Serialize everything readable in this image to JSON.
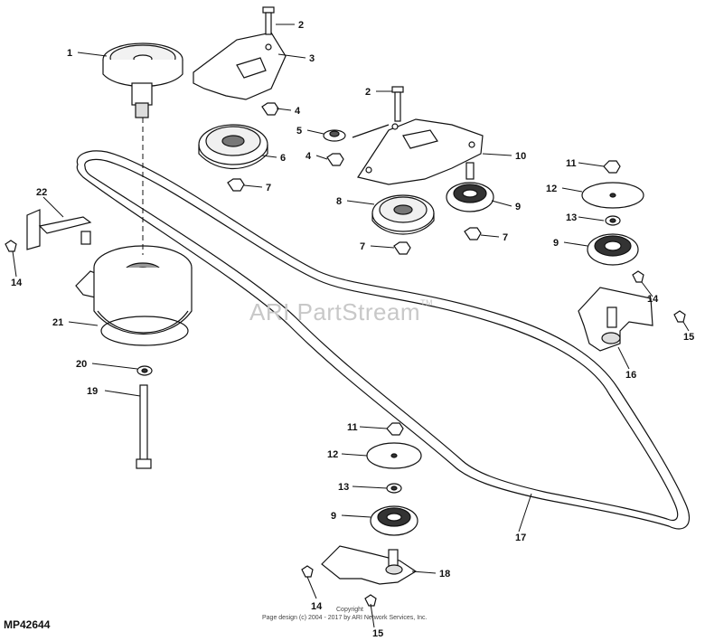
{
  "watermark": {
    "text": "ARI PartStream",
    "tm": "TM"
  },
  "copyright": {
    "line1": "Copyright",
    "line2": "Page design (c) 2004 - 2017 by ARI Network Services, Inc."
  },
  "diagram_id": "MP42644",
  "callouts": [
    {
      "id": "c1",
      "number": "1",
      "part": "drive-pulley"
    },
    {
      "id": "c2a",
      "number": "2",
      "part": "bolt"
    },
    {
      "id": "c3",
      "number": "3",
      "part": "pulley-bracket"
    },
    {
      "id": "c4a",
      "number": "4",
      "part": "nut"
    },
    {
      "id": "c6",
      "number": "6",
      "part": "flat-idler-pulley"
    },
    {
      "id": "c7a",
      "number": "7",
      "part": "flange-nut"
    },
    {
      "id": "c2b",
      "number": "2",
      "part": "bolt"
    },
    {
      "id": "c5",
      "number": "5",
      "part": "bushing"
    },
    {
      "id": "c4b",
      "number": "4",
      "part": "nut"
    },
    {
      "id": "c10",
      "number": "10",
      "part": "idler-arm"
    },
    {
      "id": "c8",
      "number": "8",
      "part": "flat-idler-pulley"
    },
    {
      "id": "c9a",
      "number": "9",
      "part": "v-idler-pulley"
    },
    {
      "id": "c7b",
      "number": "7",
      "part": "flange-nut"
    },
    {
      "id": "c7c",
      "number": "7",
      "part": "flange-nut"
    },
    {
      "id": "c11a",
      "number": "11",
      "part": "nut"
    },
    {
      "id": "c12a",
      "number": "12",
      "part": "belt-guide-washer"
    },
    {
      "id": "c13a",
      "number": "13",
      "part": "spacer"
    },
    {
      "id": "c9b",
      "number": "9",
      "part": "v-idler-pulley"
    },
    {
      "id": "c14a",
      "number": "14",
      "part": "bolt"
    },
    {
      "id": "c15a",
      "number": "15",
      "part": "nut"
    },
    {
      "id": "c16",
      "number": "16",
      "part": "pulley-bracket"
    },
    {
      "id": "c22",
      "number": "22",
      "part": "clutch-bracket"
    },
    {
      "id": "c14b",
      "number": "14",
      "part": "bolt"
    },
    {
      "id": "c21",
      "number": "21",
      "part": "electric-clutch"
    },
    {
      "id": "c20",
      "number": "20",
      "part": "washer"
    },
    {
      "id": "c19",
      "number": "19",
      "part": "clutch-bolt"
    },
    {
      "id": "c11b",
      "number": "11",
      "part": "nut"
    },
    {
      "id": "c12b",
      "number": "12",
      "part": "belt-guide-washer"
    },
    {
      "id": "c13b",
      "number": "13",
      "part": "spacer"
    },
    {
      "id": "c9c",
      "number": "9",
      "part": "v-idler-pulley"
    },
    {
      "id": "c17",
      "number": "17",
      "part": "drive-belt"
    },
    {
      "id": "c18",
      "number": "18",
      "part": "pulley-bracket"
    },
    {
      "id": "c14c",
      "number": "14",
      "part": "bolt"
    },
    {
      "id": "c15b",
      "number": "15",
      "part": "nut"
    }
  ]
}
